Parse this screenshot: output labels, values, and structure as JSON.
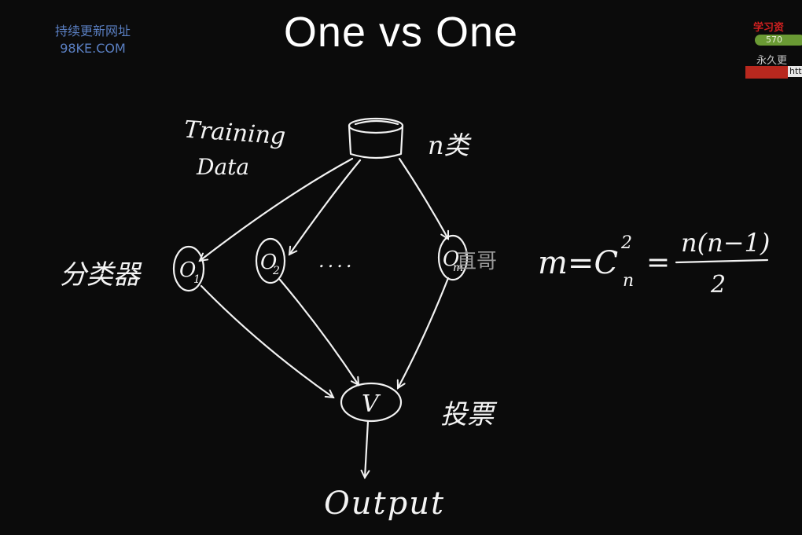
{
  "title": "One vs One",
  "watermarks": {
    "top_left_line1": "持续更新网址",
    "top_left_line2": "98KE.COM",
    "center": "直哥",
    "right_line1": "学习资",
    "right_line2": "570",
    "right_line3": "永久更",
    "right_line4": "http"
  },
  "diagram": {
    "training_label": "Training",
    "data_label": "Data",
    "n_class_label": "n类",
    "classifier_label": "分类器",
    "dots": "....",
    "vote_label": "投票",
    "output_label": "Output",
    "nodes": {
      "o1": "O",
      "o1_sub": "1",
      "o2": "O",
      "o2_sub": "2",
      "om": "O",
      "om_sub": "m",
      "vote": "V"
    },
    "formula": {
      "lhs": "m=C",
      "sup": "2",
      "sub": "n",
      "equals": "=",
      "numerator": "n(n−1)",
      "denominator": "2"
    }
  }
}
